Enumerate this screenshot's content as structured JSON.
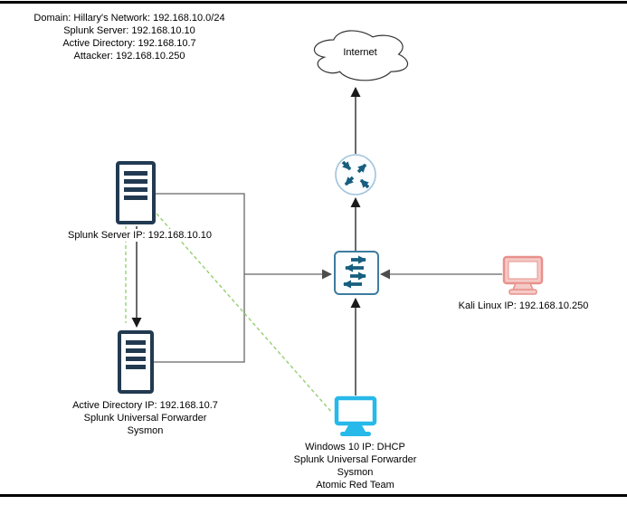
{
  "frame": {
    "border_color": "#000000",
    "background": "#ffffff"
  },
  "info_block": {
    "lines": [
      "Domain: Hillary's Network: 192.168.10.0/24",
      "Splunk Server: 192.168.10.10",
      "Active Directory: 192.168.10.7",
      "Attacker: 192.168.10.250"
    ]
  },
  "nodes": {
    "internet": {
      "label": "Internet",
      "icon": "cloud-icon"
    },
    "router": {
      "icon": "router-icon"
    },
    "switch": {
      "icon": "switch-icon"
    },
    "splunk_server": {
      "icon": "server-icon",
      "lines": [
        "Splunk Server IP: 192.168.10.10"
      ]
    },
    "active_directory": {
      "icon": "server-icon",
      "lines": [
        "Active Directory IP: 192.168.10.7",
        "Splunk Universal Forwarder",
        "Sysmon"
      ]
    },
    "kali": {
      "icon": "monitor-icon",
      "lines": [
        "Kali Linux IP: 192.168.10.250"
      ]
    },
    "windows10": {
      "icon": "monitor-icon",
      "lines": [
        "Windows 10 IP: DHCP",
        "Splunk Universal Forwarder",
        "Sysmon",
        "Atomic Red Team"
      ]
    }
  },
  "colors": {
    "server_stroke": "#223a51",
    "network_arrow": "#175e7f",
    "router_stroke": "#a4c5db",
    "switch_stroke": "#3d7ca0",
    "kali_stroke": "#e8918c",
    "kali_fill": "#f5c9c6",
    "windows_stroke": "#27b9e9",
    "green_link": "#97d077",
    "bus_line": "#666666",
    "arrow_black": "#1a1a1a"
  }
}
